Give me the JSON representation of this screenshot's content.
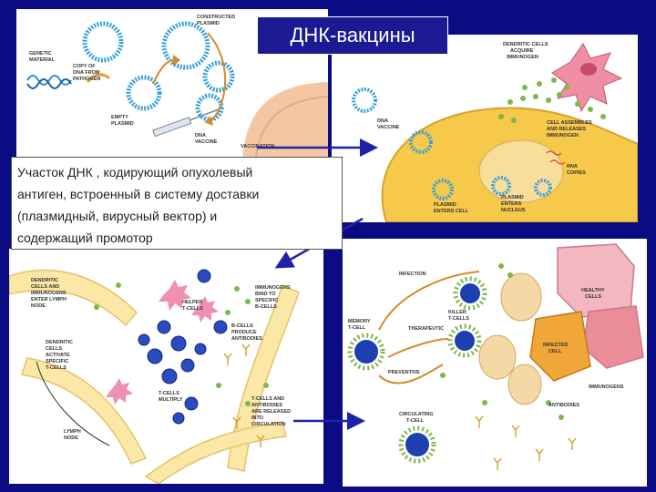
{
  "title": "ДНК-вакцины",
  "callout": {
    "lines": [
      "Участок ДНК , кодирующий опухолевый",
      "антиген, встроенный в систему доставки",
      "(плазмидный, вирусный вектор) и",
      "содержащий промотор"
    ]
  },
  "panel1": {
    "genetic_material": [
      "GENETIC",
      "MATERIAL"
    ],
    "copy_of_dna": [
      "COPY OF",
      "DNA FROM",
      "PATHOGEN"
    ],
    "empty_plasmid": [
      "EMPTY",
      "PLASMID"
    ],
    "constructed_plasmid": [
      "CONSTRUCTED",
      "PLASMID"
    ],
    "dna_vaccine": [
      "DNA",
      "VACCINE"
    ],
    "vaccination": "VACCINATION"
  },
  "panel2": {
    "dendritic": [
      "DENDRITIC CELLS",
      "ACQUIRE",
      "IMMUNOGEN"
    ],
    "dna_vaccine": [
      "DNA",
      "VACCINE"
    ],
    "cell_assembles": [
      "CELL ASSEMBLES",
      "AND RELEASES",
      "IMMUNOGEN"
    ],
    "rna_copies": [
      "RNA",
      "COPIES"
    ],
    "plasmid_enters_cell": [
      "PLASMID",
      "ENTERS CELL"
    ],
    "plasmid_enters_nucleus": [
      "PLASMID",
      "ENTERS",
      "NUCLEUS"
    ]
  },
  "panel3": {
    "dendritic_enter": [
      "DENDRITIC",
      "CELLS AND",
      "IMMUNOGENS",
      "ENTER LYMPH",
      "NODE"
    ],
    "helper": [
      "HELPER",
      "T-CELLS"
    ],
    "immunogens_bind": [
      "IMMUNOGENS",
      "BIND TO",
      "SPECIFIC",
      "B-CELLS"
    ],
    "bcells_produce": [
      "B-CELLS",
      "PRODUCE",
      "ANTIBODIES"
    ],
    "dendritic_activate": [
      "DENDRITIC",
      "CELLS",
      "ACTIVATE",
      "SPECIFIC",
      "T-CELLS"
    ],
    "tcells_multiply": [
      "T-CELLS",
      "MULTIPLY"
    ],
    "tcells_released": [
      "T-CELLS AND",
      "ANTIBODIES",
      "ARE RELEASED",
      "INTO",
      "CIRCULATION"
    ],
    "lymph_node": [
      "LYMPH",
      "NODE"
    ]
  },
  "panel4": {
    "infection": "INFECTION",
    "memory": [
      "MEMORY",
      "T-CELL"
    ],
    "killer": [
      "KILLER",
      "T-CELLS"
    ],
    "therapeutic": "THERAPEUTIC",
    "preventive": "PREVENTIVE",
    "healthy": [
      "HEALTHY",
      "CELLS"
    ],
    "infected": [
      "INFECTED",
      "CELL"
    ],
    "immunogens": "IMMUNOGENS",
    "antibodies": "ANTIBODIES",
    "circulating": [
      "CIRCULATING",
      "T-CELL"
    ]
  },
  "colors": {
    "background": "#0b0b83",
    "title_box": "#1c1a93",
    "arrow": "#1d22a8",
    "cell_yellow": "#f6c94a",
    "tcell_blue": "#1d3fb0",
    "dendritic_pink": "#ec6f8a"
  }
}
